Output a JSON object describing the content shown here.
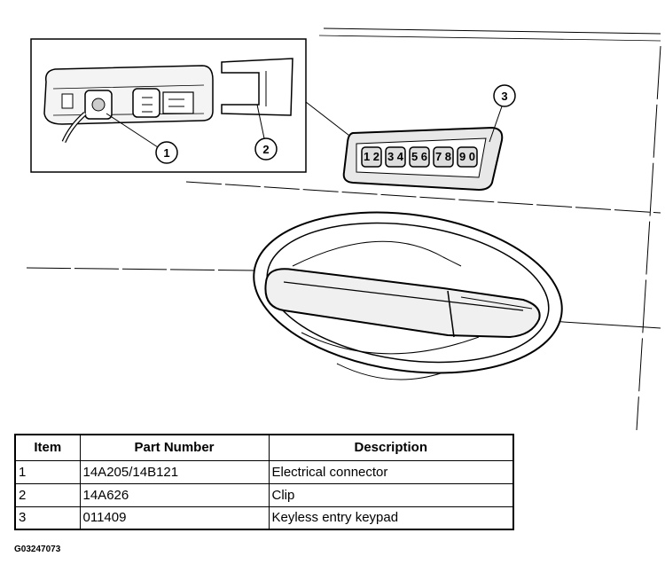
{
  "diagram": {
    "callouts": [
      "1",
      "2",
      "3"
    ],
    "keypad_buttons": [
      "1 2",
      "3 4",
      "5 6",
      "7 8",
      "9 0"
    ]
  },
  "table": {
    "headers": [
      "Item",
      "Part Number",
      "Description"
    ],
    "rows": [
      [
        "1",
        "14A205/14B121",
        "Electrical connector"
      ],
      [
        "2",
        "14A626",
        "Clip"
      ],
      [
        "3",
        "011409",
        "Keyless entry keypad"
      ]
    ]
  },
  "figure_code": "G03247073"
}
